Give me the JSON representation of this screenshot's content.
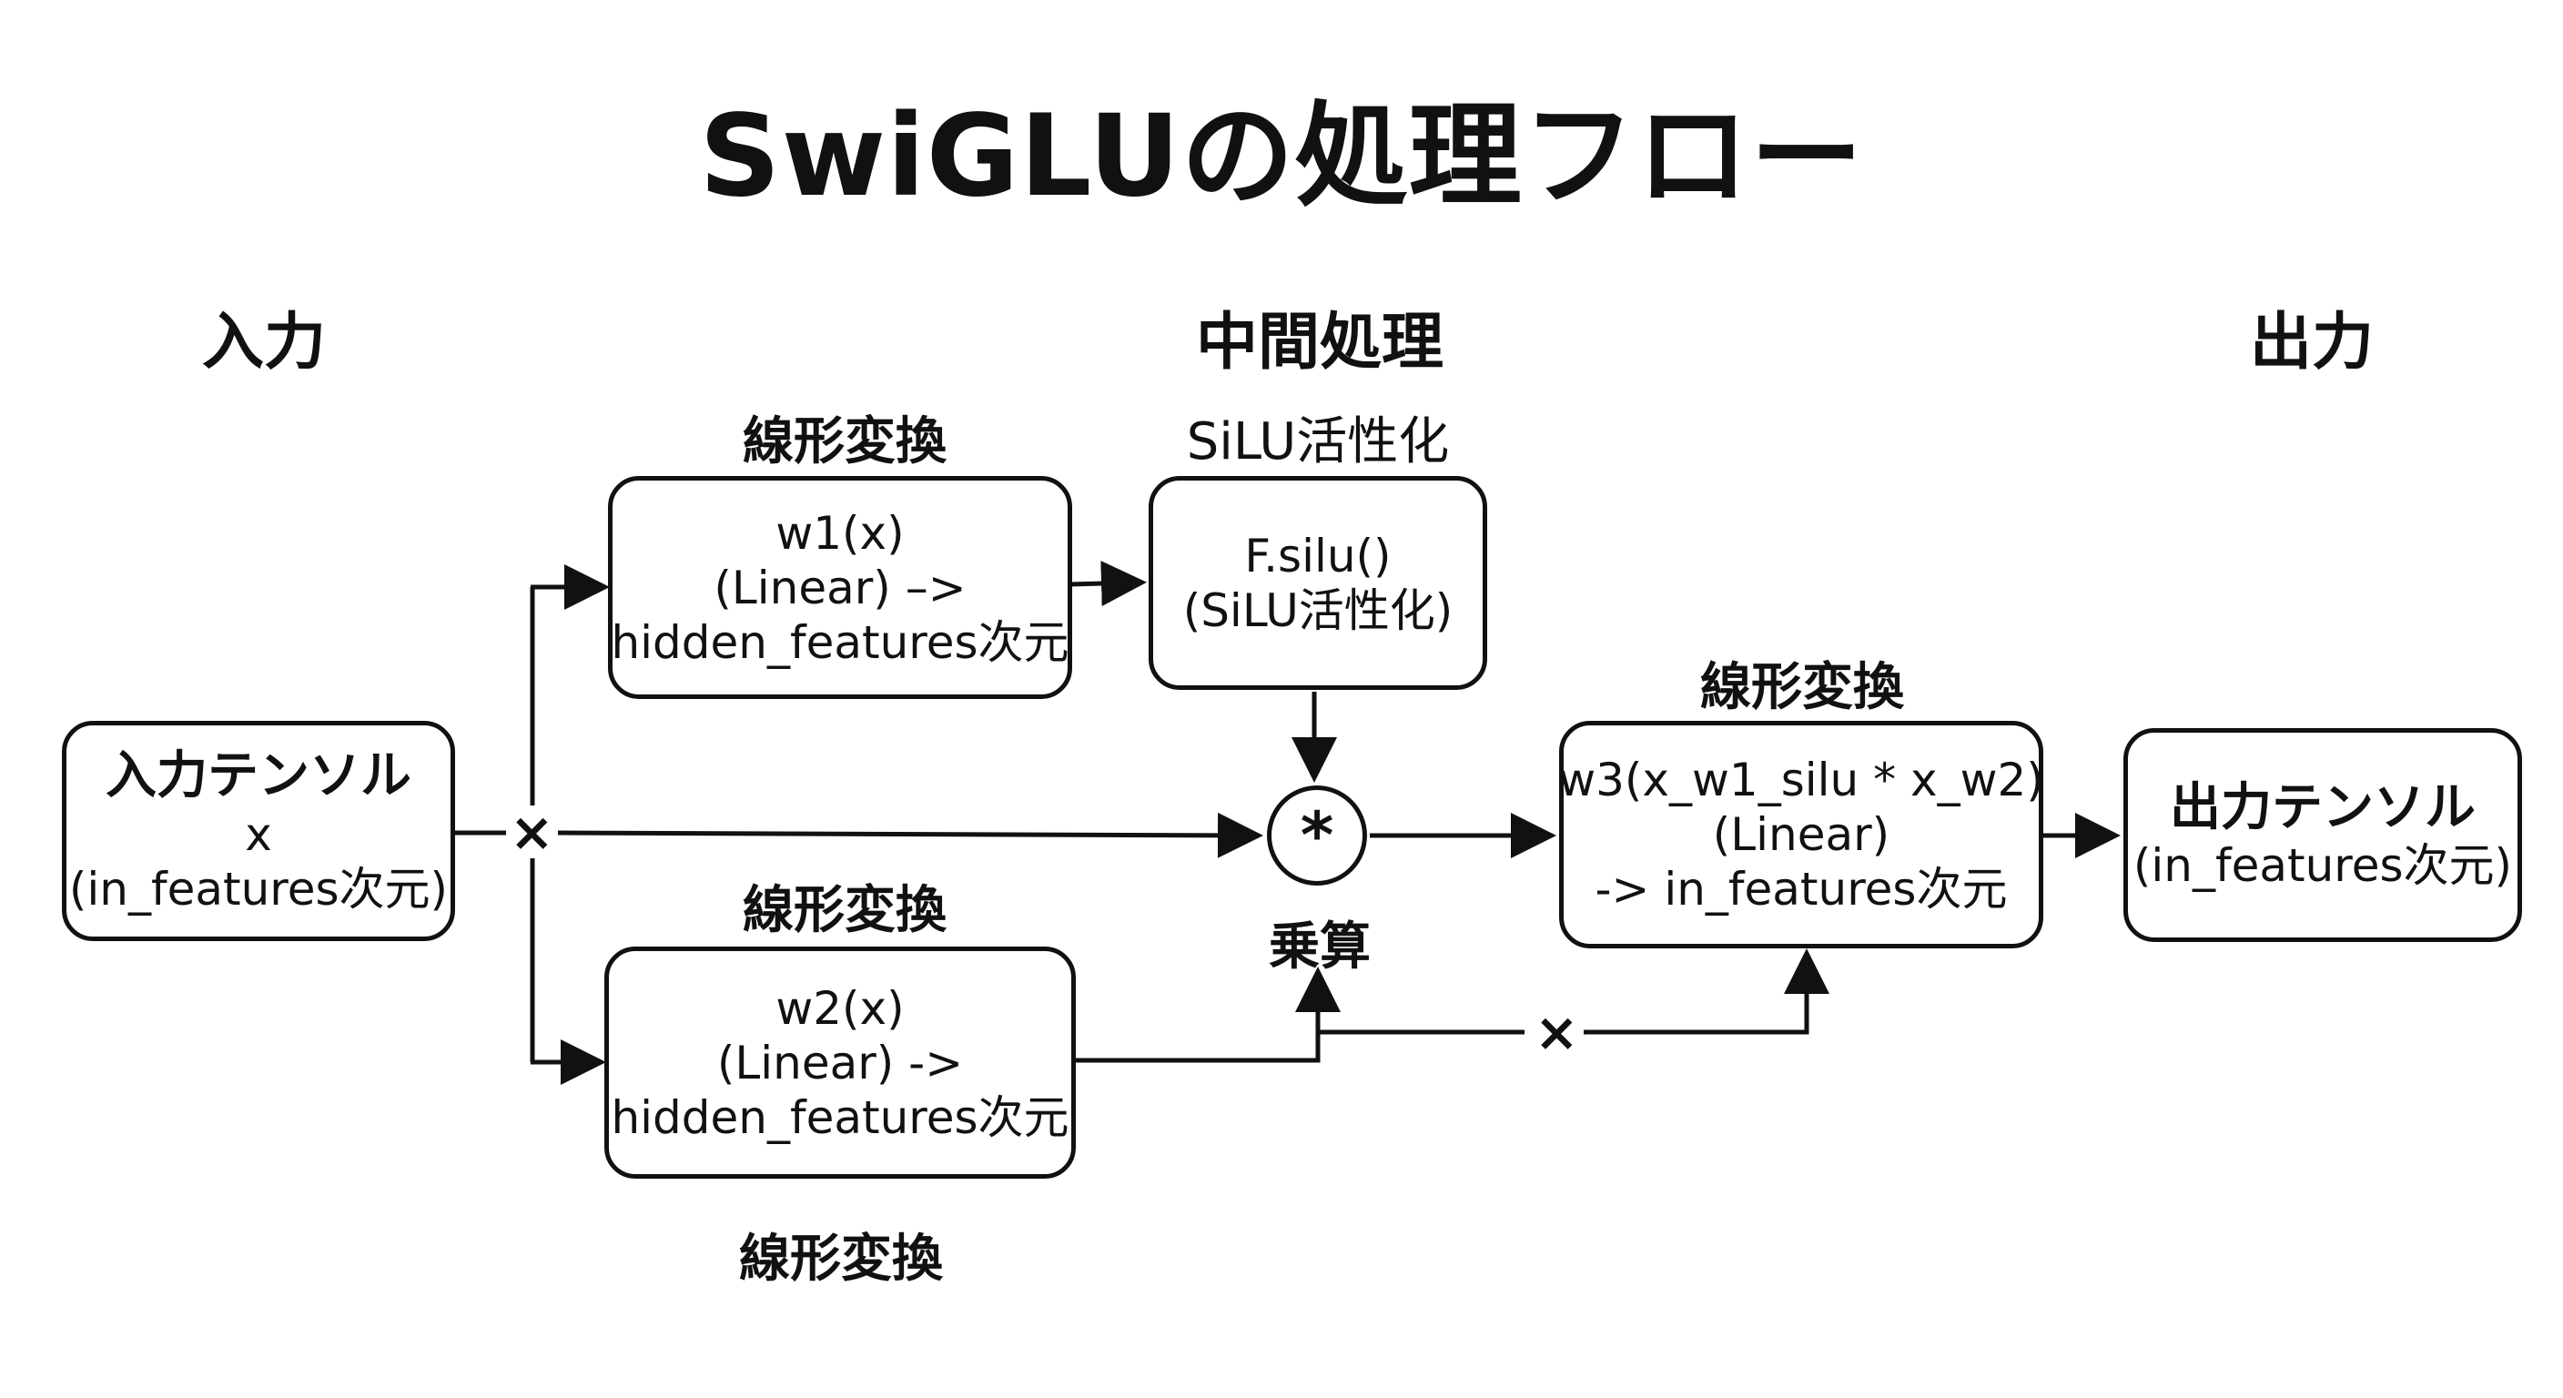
{
  "title": "SwiGLUの処理フロー",
  "sections": {
    "input": "入力",
    "middle": "中間処理",
    "output": "出力"
  },
  "labels": {
    "w1_above": "線形変換",
    "silu_above": "SiLU活性化",
    "w2_above": "線形変換",
    "w2_below": "線形変換",
    "w3_above": "線形変換",
    "multiply": "乗算"
  },
  "boxes": {
    "input": {
      "line1": "入力テンソル",
      "line2": "x",
      "line3": "(in_features次元)"
    },
    "w1": {
      "line1": "w1(x)",
      "line2": "(Linear) –>",
      "line3": "hidden_features次元"
    },
    "silu": {
      "line1": "F.silu()",
      "line2": "(SiLU活性化)"
    },
    "w2": {
      "line1": "w2(x)",
      "line2": "(Linear) ->",
      "line3": "hidden_features次元"
    },
    "w3": {
      "line1": "w3(x_w1_silu * x_w2)",
      "line2": "(Linear)",
      "line3": "-> in_features次元"
    },
    "output": {
      "line1": "出力テンソル",
      "line2": "(in_features次元)"
    }
  },
  "operators": {
    "multiply_symbol": "*",
    "cross_symbol": "×"
  },
  "colors": {
    "stroke": "#111111",
    "background": "#ffffff"
  }
}
